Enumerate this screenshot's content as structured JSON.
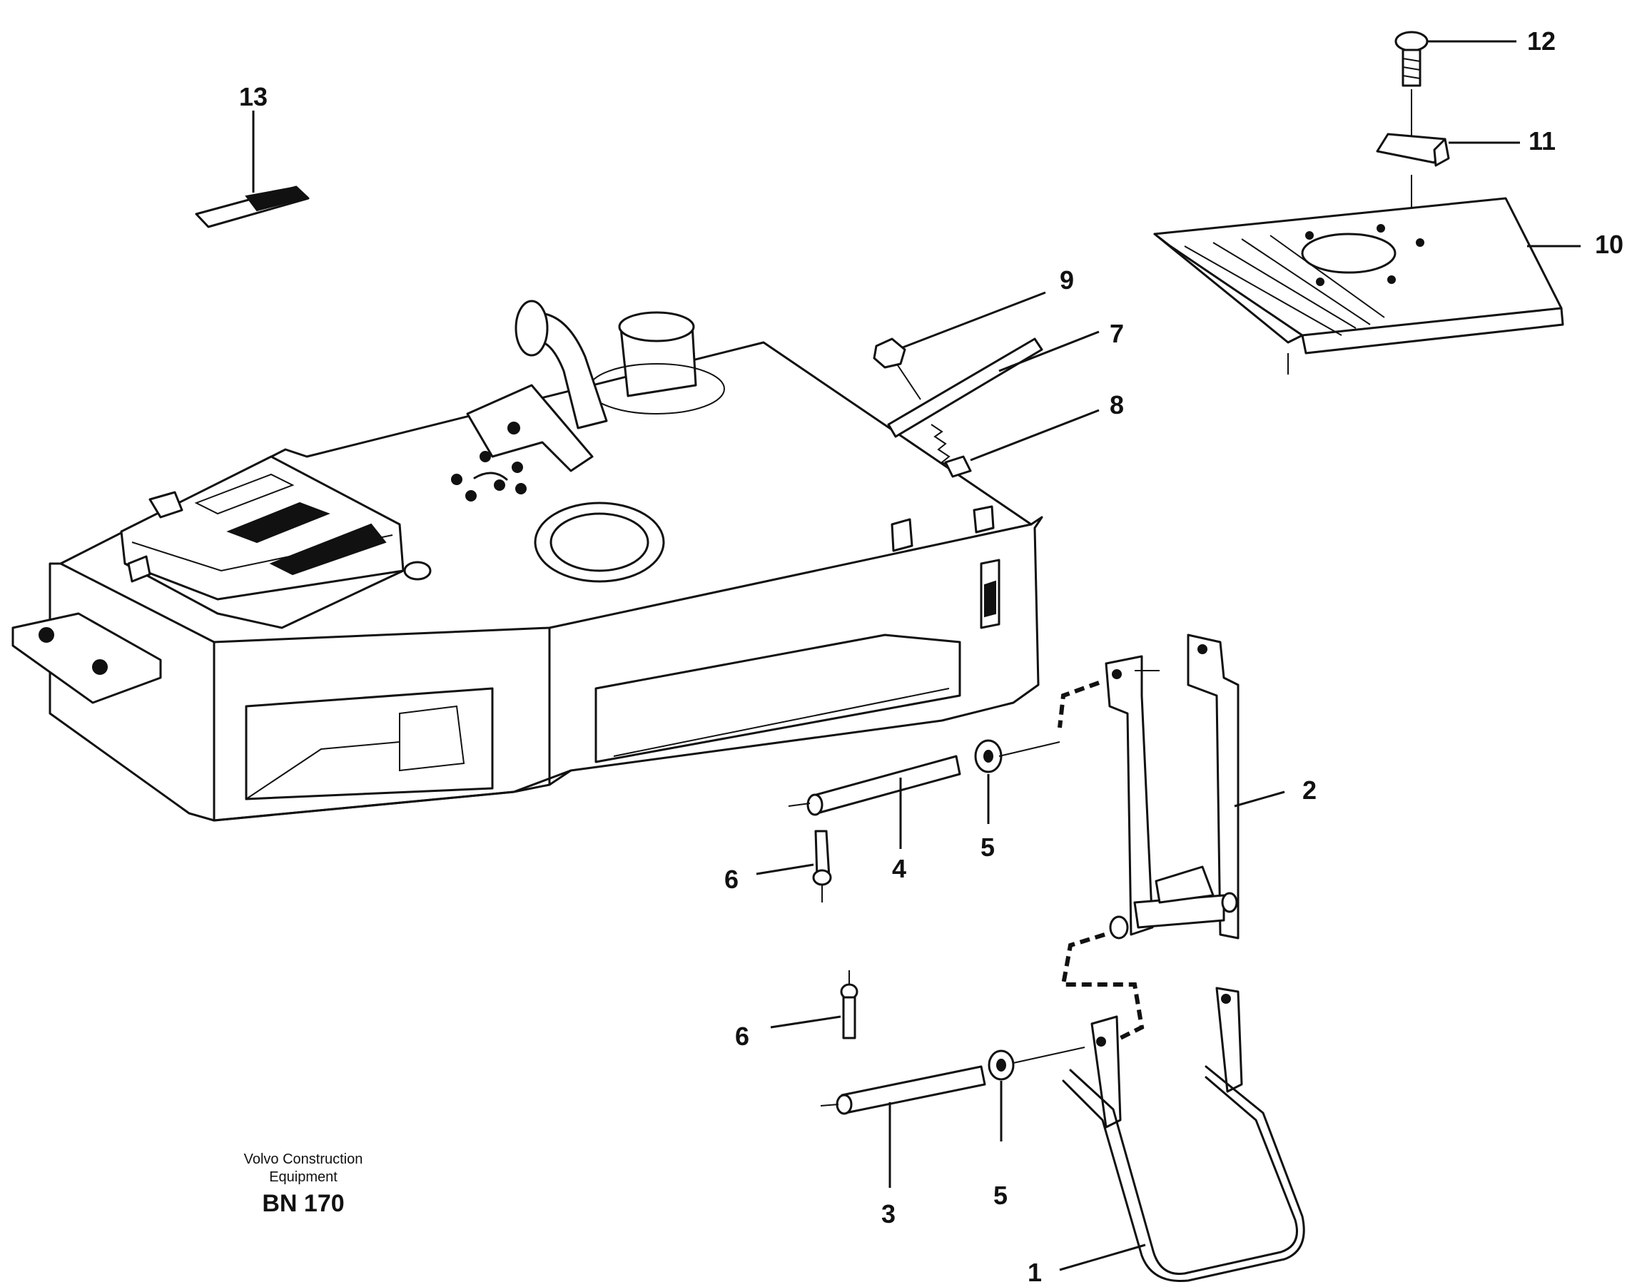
{
  "callouts": [
    {
      "id": "1",
      "label": "1"
    },
    {
      "id": "2",
      "label": "2"
    },
    {
      "id": "3",
      "label": "3"
    },
    {
      "id": "4",
      "label": "4"
    },
    {
      "id": "5a",
      "label": "5"
    },
    {
      "id": "5b",
      "label": "5"
    },
    {
      "id": "6a",
      "label": "6"
    },
    {
      "id": "6b",
      "label": "6"
    },
    {
      "id": "7",
      "label": "7"
    },
    {
      "id": "8",
      "label": "8"
    },
    {
      "id": "9",
      "label": "9"
    },
    {
      "id": "10",
      "label": "10"
    },
    {
      "id": "11",
      "label": "11"
    },
    {
      "id": "12",
      "label": "12"
    },
    {
      "id": "13",
      "label": "13"
    }
  ],
  "credit": {
    "company": "Volvo Construction Equipment",
    "code": "BN 170"
  }
}
